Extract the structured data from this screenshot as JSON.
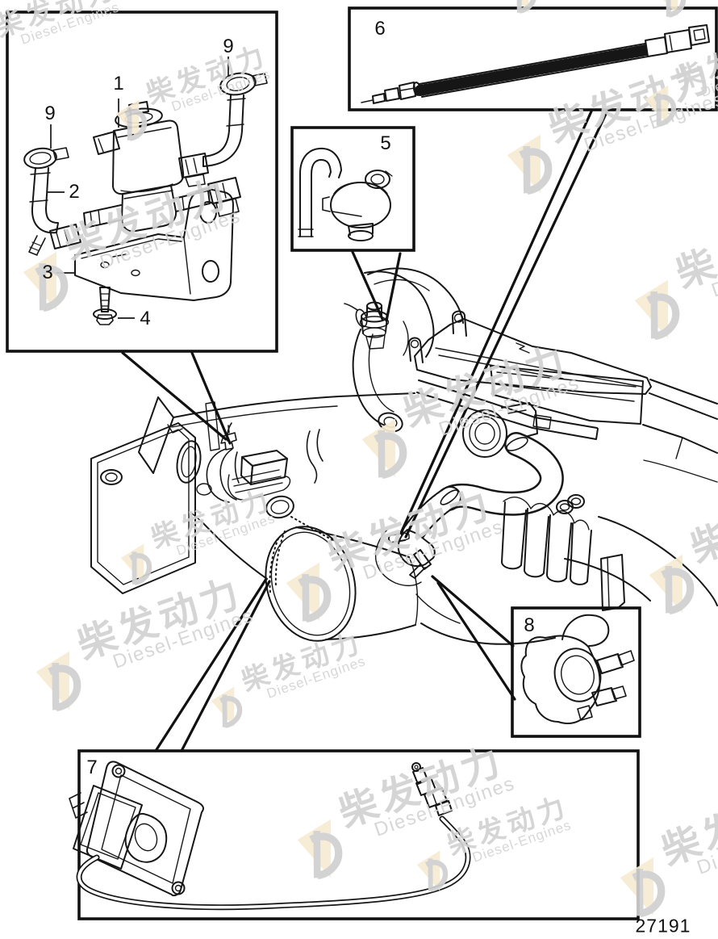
{
  "figure": {
    "number": "27191"
  },
  "callouts": {
    "n1": "1",
    "n2": "2",
    "n3": "3",
    "n4": "4",
    "n5": "5",
    "n6": "6",
    "n7": "7",
    "n8": "8",
    "n9_left": "9",
    "n9_right": "9"
  },
  "insets": [
    {
      "id": "valve-assembly-inset",
      "callouts": [
        "1",
        "2",
        "3",
        "4",
        "9",
        "9"
      ]
    },
    {
      "id": "flexible-sensor-inset",
      "callouts": [
        "6"
      ]
    },
    {
      "id": "pump-valve-inset",
      "callouts": [
        "5"
      ]
    },
    {
      "id": "grommet-sensor-inset",
      "callouts": [
        "8"
      ]
    },
    {
      "id": "nox-sensor-inset",
      "callouts": [
        "7"
      ]
    }
  ],
  "watermark": {
    "logo_icon": "d-swoosh-logo",
    "cn": "柴发动力",
    "en": "Diesel-Engines",
    "text_color": "#d2d2d2",
    "accent_color": "#f7ecd4"
  }
}
